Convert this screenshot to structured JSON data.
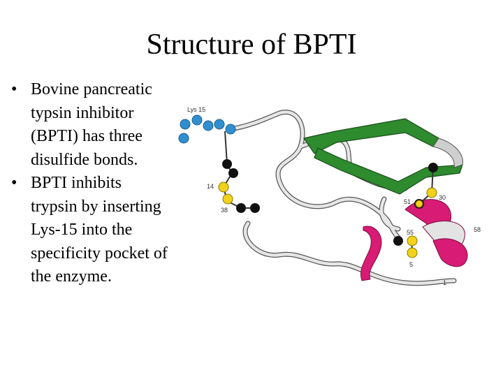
{
  "slide": {
    "title": "Structure of BPTI",
    "bullets": [
      "Bovine pancreatic typsin inhibitor (BPTI) has three disulfide bonds.",
      "BPTI inhibits trypsin by inserting Lys-15 into the specificity pocket of the enzyme."
    ]
  },
  "figure": {
    "labels": {
      "lys15": "Lys 15",
      "r14": "14",
      "r38": "38",
      "r51": "51",
      "r30": "30",
      "r55": "55",
      "r5": "5",
      "r58": "58",
      "r1": "1"
    },
    "colors": {
      "strand": "#2e8b2e",
      "helix": "#d81b74",
      "coil": "#d4d4d4",
      "sulfur": "#f2d21a",
      "lysine": "#2f8fd0",
      "cysteine_carbon": "#111111"
    }
  }
}
